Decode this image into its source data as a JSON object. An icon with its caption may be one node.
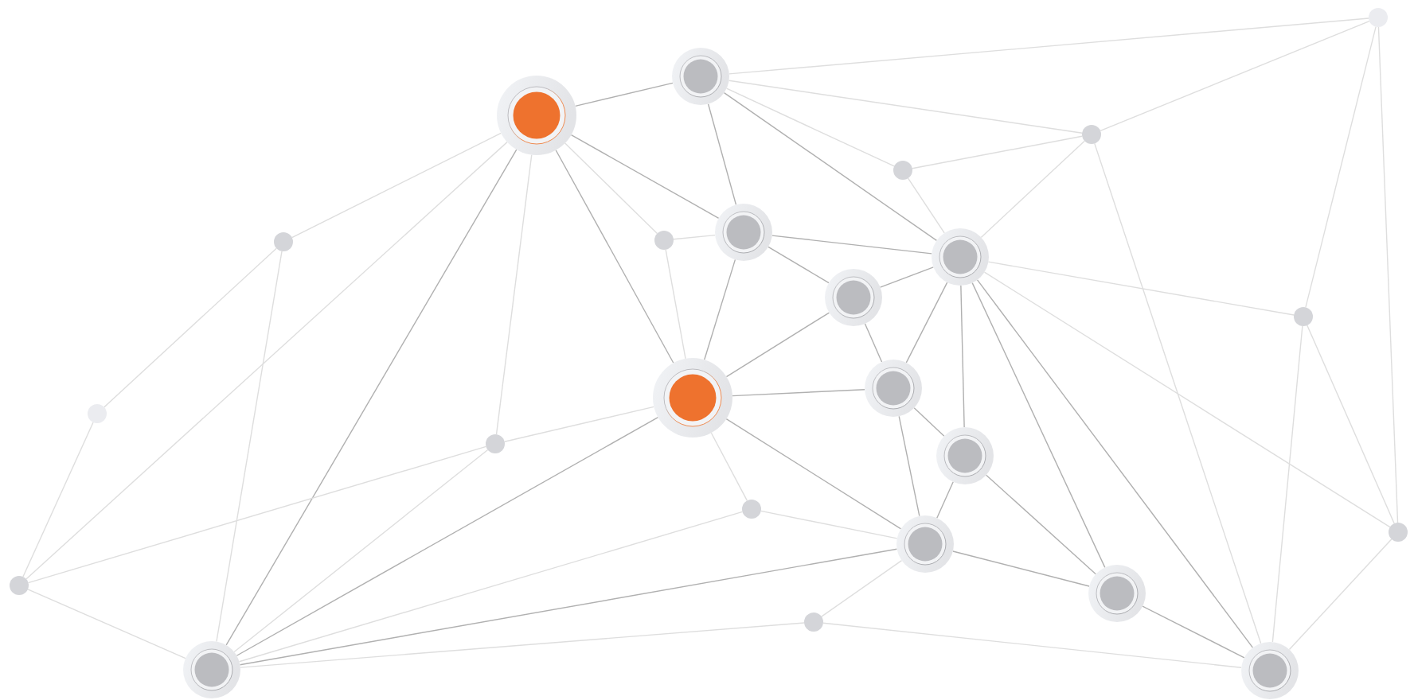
{
  "diagram": {
    "nodes": [
      {
        "text": [],
        "shape": "circle"
      },
      {
        "text": [],
        "shape": "circle"
      },
      {
        "text": [],
        "shape": "circle"
      },
      {
        "text": [],
        "shape": "circle"
      },
      {
        "text": [],
        "shape": "circle"
      },
      {
        "text": [],
        "shape": "circle"
      },
      {
        "text": [],
        "shape": "circle"
      },
      {
        "text": [],
        "shape": "circle"
      },
      {
        "text": [],
        "shape": "circle"
      },
      {
        "text": [],
        "shape": "circle"
      },
      {
        "text": [],
        "shape": "circle"
      },
      {
        "text": [],
        "shape": "circle"
      },
      {
        "text": [],
        "shape": "circle"
      },
      {
        "text": [],
        "shape": "circle"
      },
      {
        "text": [],
        "shape": "circle"
      },
      {
        "text": [],
        "shape": "circle"
      },
      {
        "text": [],
        "shape": "circle"
      },
      {
        "text": [],
        "shape": "circle"
      },
      {
        "text": [],
        "shape": "circle"
      },
      {
        "text": [],
        "shape": "circle"
      },
      {
        "text": [],
        "shape": "circle"
      },
      {
        "text": [],
        "shape": "circle"
      },
      {
        "text": [],
        "shape": "circle"
      },
      {
        "text": [],
        "shape": "circle"
      }
    ],
    "edges": [
      {
        "from": 1,
        "to": 0,
        "arrow": "none"
      },
      {
        "from": 0,
        "to": 3,
        "arrow": "none"
      },
      {
        "from": 0,
        "to": 10,
        "arrow": "none"
      },
      {
        "from": 0,
        "to": 17,
        "arrow": "none"
      },
      {
        "from": 2,
        "to": 1,
        "arrow": "none",
        "color": "#b0b0b0"
      },
      {
        "from": 1,
        "to": 3,
        "arrow": "none"
      },
      {
        "from": 1,
        "to": 4,
        "arrow": "none"
      },
      {
        "from": 1,
        "to": 8,
        "arrow": "none",
        "color": "#b0b0b0"
      },
      {
        "from": 1,
        "to": 5,
        "arrow": "none",
        "color": "#b0b0b0"
      },
      {
        "from": 2,
        "to": 7,
        "arrow": "none"
      },
      {
        "from": 2,
        "to": 19,
        "arrow": "none"
      },
      {
        "from": 2,
        "to": 22,
        "arrow": "none",
        "color": "#b0b0b0"
      },
      {
        "from": 2,
        "to": 14,
        "arrow": "none"
      },
      {
        "from": 2,
        "to": 12,
        "arrow": "none",
        "color": "#b0b0b0"
      },
      {
        "from": 2,
        "to": 6,
        "arrow": "none"
      },
      {
        "from": 2,
        "to": 5,
        "arrow": "none",
        "color": "#b0b0b0"
      },
      {
        "from": 3,
        "to": 4,
        "arrow": "none"
      },
      {
        "from": 3,
        "to": 8,
        "arrow": "none"
      },
      {
        "from": 3,
        "to": 23,
        "arrow": "none"
      },
      {
        "from": 4,
        "to": 8,
        "arrow": "none"
      },
      {
        "from": 6,
        "to": 5,
        "arrow": "none"
      },
      {
        "from": 5,
        "to": 8,
        "arrow": "none",
        "color": "#b0b0b0"
      },
      {
        "from": 5,
        "to": 9,
        "arrow": "none",
        "color": "#b0b0b0"
      },
      {
        "from": 5,
        "to": 12,
        "arrow": "none",
        "color": "#b0b0b0"
      },
      {
        "from": 6,
        "to": 12,
        "arrow": "none"
      },
      {
        "from": 7,
        "to": 13,
        "arrow": "none"
      },
      {
        "from": 7,
        "to": 22,
        "arrow": "none"
      },
      {
        "from": 8,
        "to": 9,
        "arrow": "none",
        "color": "#b0b0b0"
      },
      {
        "from": 8,
        "to": 10,
        "arrow": "none"
      },
      {
        "from": 8,
        "to": 17,
        "arrow": "none"
      },
      {
        "from": 8,
        "to": 11,
        "arrow": "none",
        "color": "#b0b0b0"
      },
      {
        "from": 8,
        "to": 15,
        "arrow": "none",
        "color": "#b0b0b0"
      },
      {
        "from": 8,
        "to": 20,
        "arrow": "none",
        "color": "#b0b0b0"
      },
      {
        "from": 8,
        "to": 23,
        "arrow": "none",
        "color": "#b0b0b0"
      },
      {
        "from": 9,
        "to": 12,
        "arrow": "none",
        "color": "#b0b0b0"
      },
      {
        "from": 9,
        "to": 11,
        "arrow": "none",
        "color": "#b0b0b0"
      },
      {
        "from": 10,
        "to": 17,
        "arrow": "none"
      },
      {
        "from": 10,
        "to": 23,
        "arrow": "none"
      },
      {
        "from": 12,
        "to": 11,
        "arrow": "none",
        "color": "#b0b0b0"
      },
      {
        "from": 11,
        "to": 15,
        "arrow": "none",
        "color": "#b0b0b0"
      },
      {
        "from": 11,
        "to": 18,
        "arrow": "none",
        "color": "#b0b0b0"
      },
      {
        "from": 12,
        "to": 14,
        "arrow": "none"
      },
      {
        "from": 12,
        "to": 16,
        "arrow": "none"
      },
      {
        "from": 12,
        "to": 22,
        "arrow": "none",
        "color": "#b0b0b0"
      },
      {
        "from": 12,
        "to": 18,
        "arrow": "none",
        "color": "#b0b0b0"
      },
      {
        "from": 13,
        "to": 19,
        "arrow": "none"
      },
      {
        "from": 14,
        "to": 19,
        "arrow": "none"
      },
      {
        "from": 14,
        "to": 22,
        "arrow": "none"
      },
      {
        "from": 15,
        "to": 18,
        "arrow": "none",
        "color": "#b0b0b0"
      },
      {
        "from": 15,
        "to": 20,
        "arrow": "none",
        "color": "#b0b0b0"
      },
      {
        "from": 16,
        "to": 22,
        "arrow": "none"
      },
      {
        "from": 16,
        "to": 18,
        "arrow": "none"
      },
      {
        "from": 17,
        "to": 23,
        "arrow": "none"
      },
      {
        "from": 18,
        "to": 22,
        "arrow": "none",
        "color": "#b0b0b0"
      },
      {
        "from": 18,
        "to": 20,
        "arrow": "none",
        "color": "#b0b0b0"
      },
      {
        "from": 18,
        "to": 21,
        "arrow": "none"
      },
      {
        "from": 19,
        "to": 22,
        "arrow": "none"
      },
      {
        "from": 20,
        "to": 23,
        "arrow": "none",
        "color": "#b0b0b0"
      },
      {
        "from": 21,
        "to": 22,
        "arrow": "none"
      },
      {
        "from": 21,
        "to": 23,
        "arrow": "none"
      }
    ]
  }
}
